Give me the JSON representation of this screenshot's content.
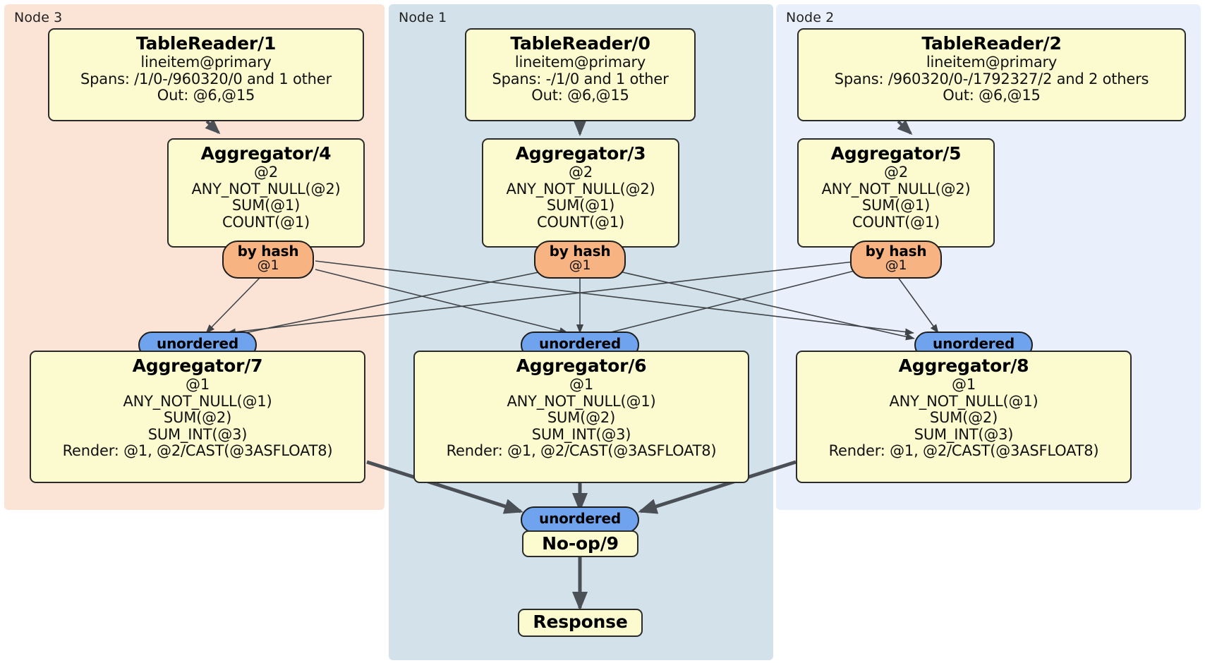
{
  "diagram": {
    "type": "distributed-query-plan",
    "title": "",
    "panels": [
      {
        "id": "node3",
        "label": "Node 3",
        "color": "#FBE3D6"
      },
      {
        "id": "node1",
        "label": "Node 1",
        "color": "#D3E1EA"
      },
      {
        "id": "node2",
        "label": "Node 2",
        "color": "#EAF0FB"
      }
    ],
    "colors": {
      "processor_fill": "#FBFBCF",
      "processor_stroke": "#2b2b2b",
      "hash_router_fill": "#F7B382",
      "unordered_synchronizer_fill": "#6FA3EE",
      "edge_stroke": "#3f4448",
      "node3_bg": "#FBE3D6",
      "node1_bg": "#D3E1EA",
      "node2_bg": "#EAF0FB"
    },
    "processors": {
      "table_reader_1": {
        "title": "TableReader/1",
        "lines": [
          "lineitem@primary",
          "Spans: /1/0-/960320/0 and 1 other",
          "Out: @6,@15"
        ]
      },
      "table_reader_0": {
        "title": "TableReader/0",
        "lines": [
          "lineitem@primary",
          "Spans: -/1/0 and 1 other",
          "Out: @6,@15"
        ]
      },
      "table_reader_2": {
        "title": "TableReader/2",
        "lines": [
          "lineitem@primary",
          "Spans: /960320/0-/1792327/2 and 2 others",
          "Out: @6,@15"
        ]
      },
      "aggregator_4": {
        "title": "Aggregator/4",
        "lines": [
          "@2",
          "ANY_NOT_NULL(@2)",
          "SUM(@1)",
          "COUNT(@1)"
        ]
      },
      "aggregator_3": {
        "title": "Aggregator/3",
        "lines": [
          "@2",
          "ANY_NOT_NULL(@2)",
          "SUM(@1)",
          "COUNT(@1)"
        ]
      },
      "aggregator_5": {
        "title": "Aggregator/5",
        "lines": [
          "@2",
          "ANY_NOT_NULL(@2)",
          "SUM(@1)",
          "COUNT(@1)"
        ]
      },
      "aggregator_7": {
        "title": "Aggregator/7",
        "lines": [
          "@1",
          "ANY_NOT_NULL(@1)",
          "SUM(@2)",
          "SUM_INT(@3)",
          "Render: @1, @2/CAST(@3ASFLOAT8)"
        ]
      },
      "aggregator_6": {
        "title": "Aggregator/6",
        "lines": [
          "@1",
          "ANY_NOT_NULL(@1)",
          "SUM(@2)",
          "SUM_INT(@3)",
          "Render: @1, @2/CAST(@3ASFLOAT8)"
        ]
      },
      "aggregator_8": {
        "title": "Aggregator/8",
        "lines": [
          "@1",
          "ANY_NOT_NULL(@1)",
          "SUM(@2)",
          "SUM_INT(@3)",
          "Render: @1, @2/CAST(@3ASFLOAT8)"
        ]
      },
      "noop_9": {
        "title": "No-op/9",
        "lines": []
      },
      "response": {
        "title": "Response",
        "lines": []
      }
    },
    "routers": {
      "hash_left": {
        "title": "by hash",
        "sub": "@1"
      },
      "hash_mid": {
        "title": "by hash",
        "sub": "@1"
      },
      "hash_right": {
        "title": "by hash",
        "sub": "@1"
      }
    },
    "synchronizers": {
      "unordered_left": {
        "title": "unordered"
      },
      "unordered_mid": {
        "title": "unordered"
      },
      "unordered_right": {
        "title": "unordered"
      },
      "unordered_final": {
        "title": "unordered"
      }
    }
  }
}
